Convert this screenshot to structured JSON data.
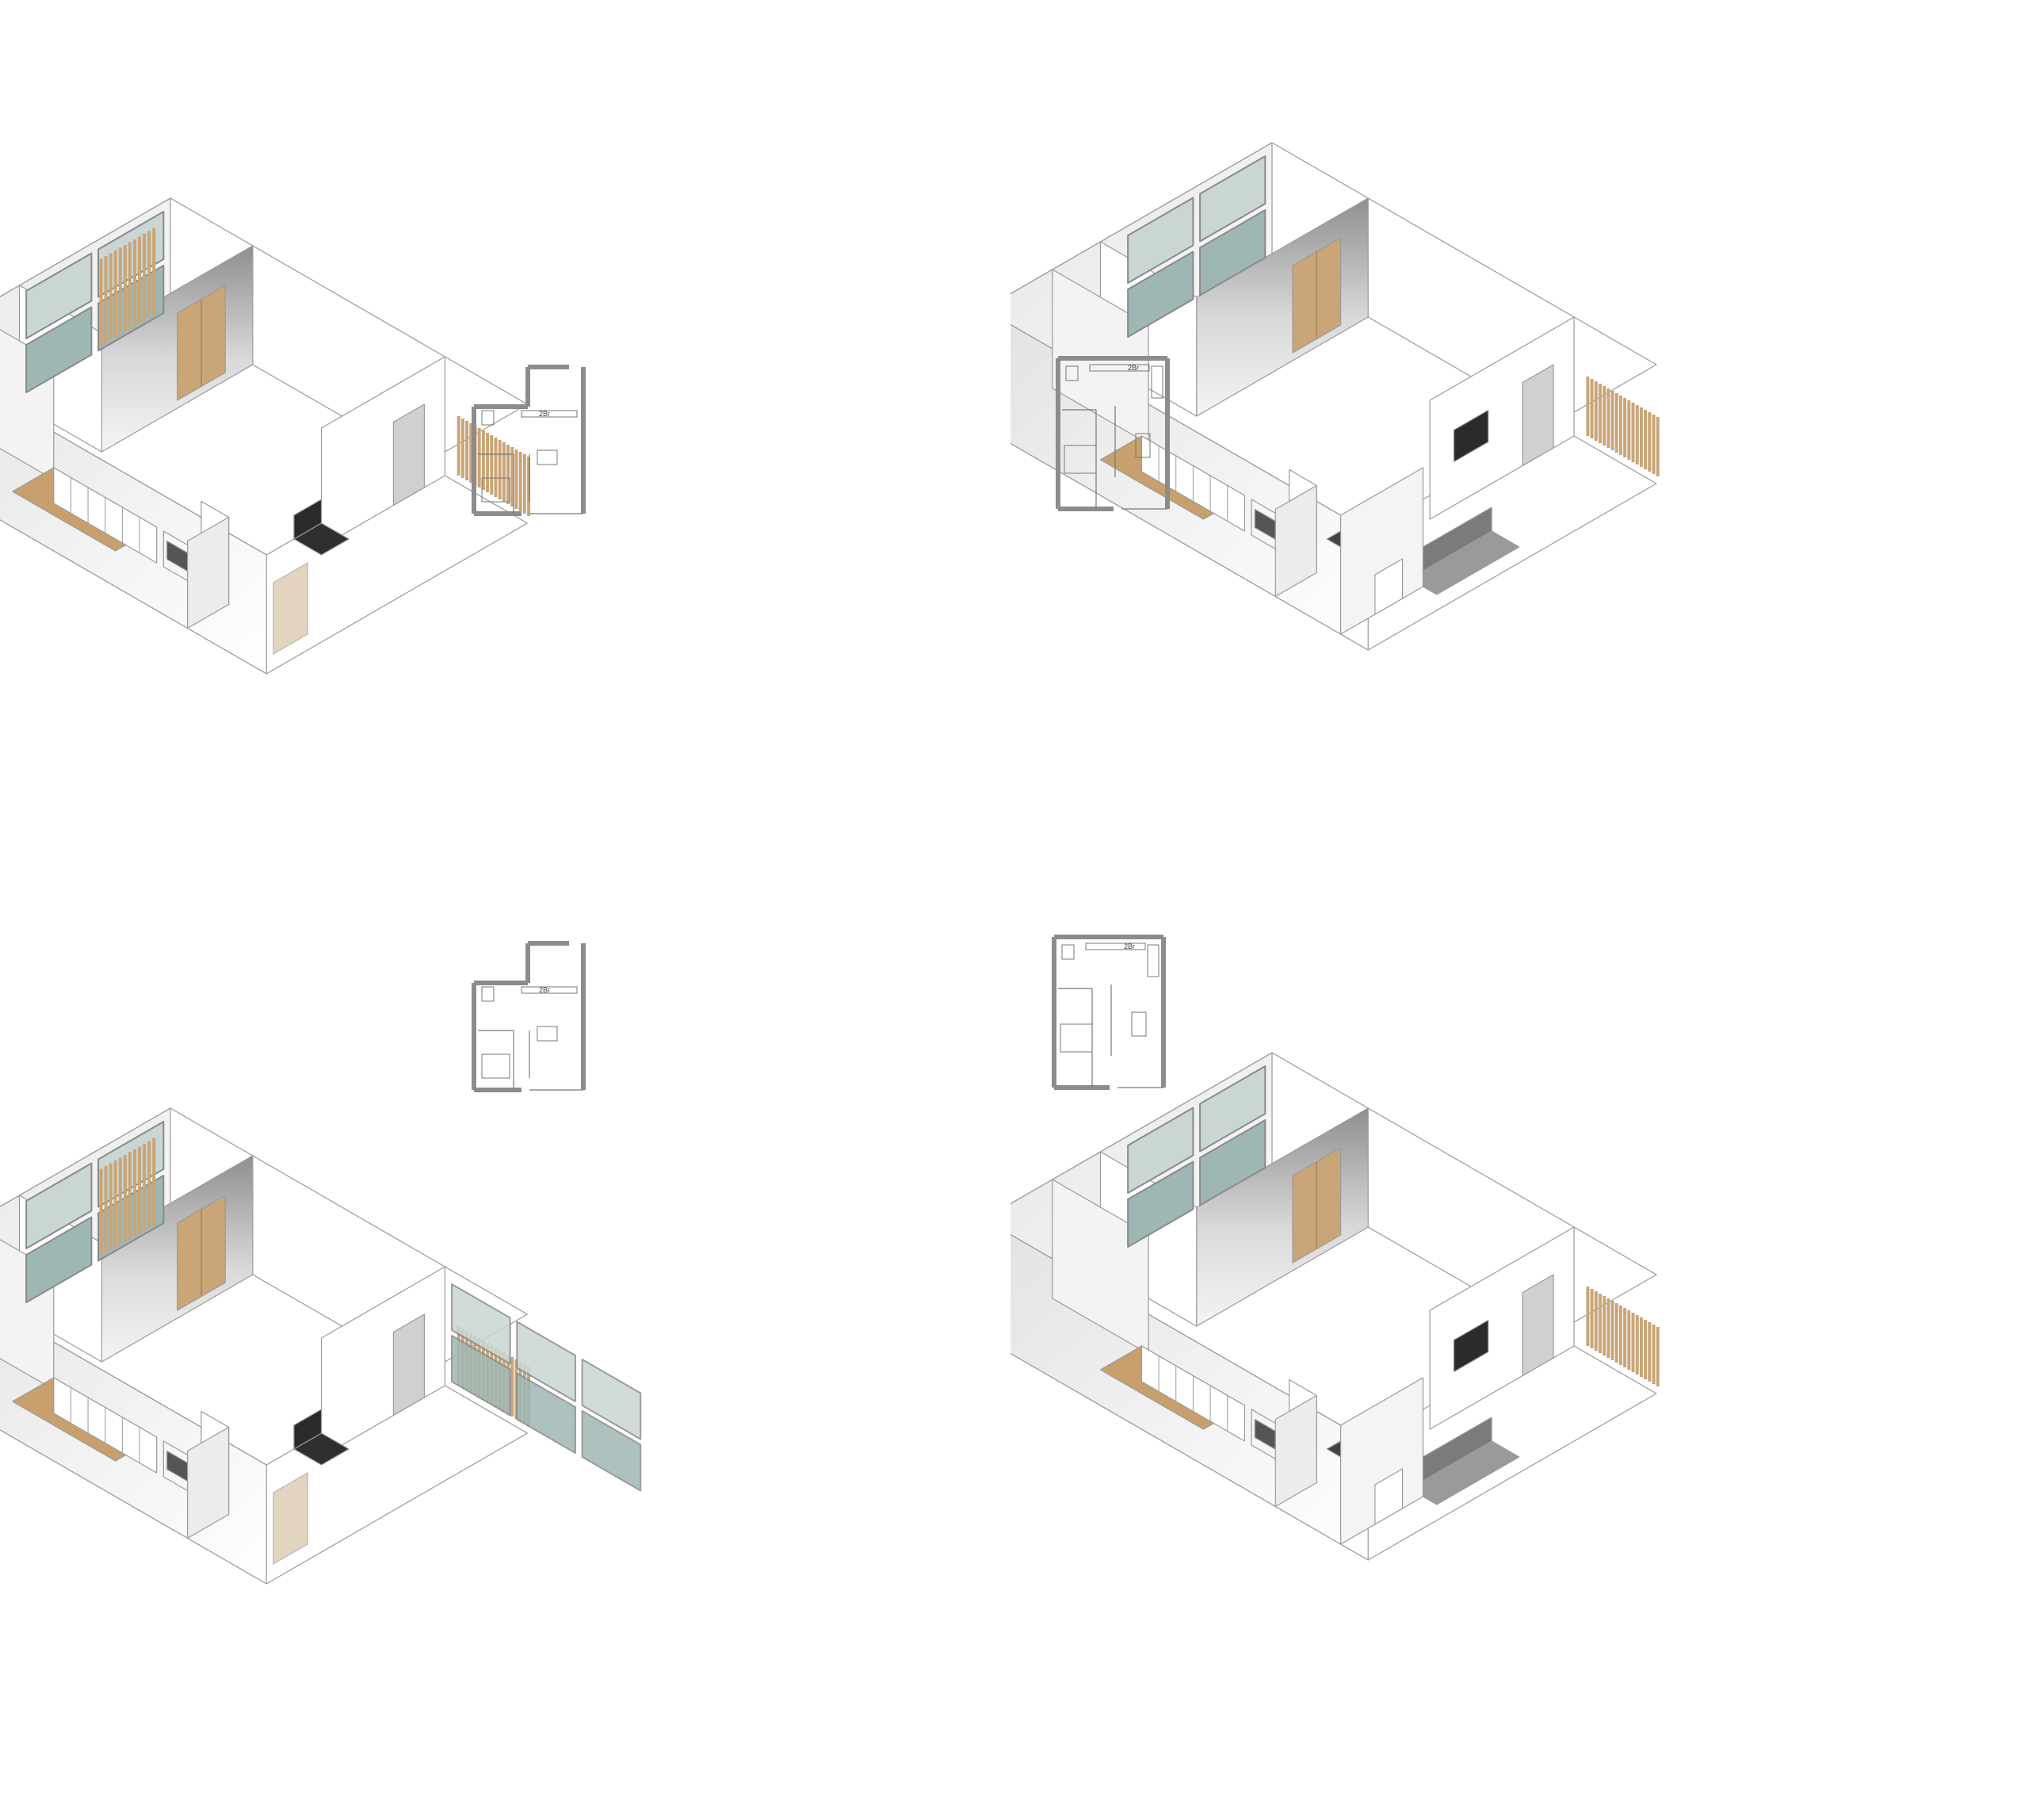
{
  "figure": {
    "panels": [
      {
        "id": "a",
        "plan_label": "2Br"
      },
      {
        "id": "b",
        "plan_label": "2Br"
      },
      {
        "id": "c",
        "plan_label": "2Br"
      },
      {
        "id": "d",
        "plan_label": "2Br"
      }
    ]
  },
  "colors": {
    "wall": "#ffffff",
    "wall_shadow": "#d9d9d9",
    "wall_dark": "#8f8f8f",
    "outline": "#9a9a9a",
    "wood": "#c9a577",
    "wood_dark": "#a9845a",
    "glass": "#9fb7b4",
    "glass_dark": "#7f9d9a",
    "counter": "#c7a06d",
    "appliance": "#2b2b2b",
    "sofa": "#7b7b7b",
    "plan_wall": "#8c8c8c"
  }
}
